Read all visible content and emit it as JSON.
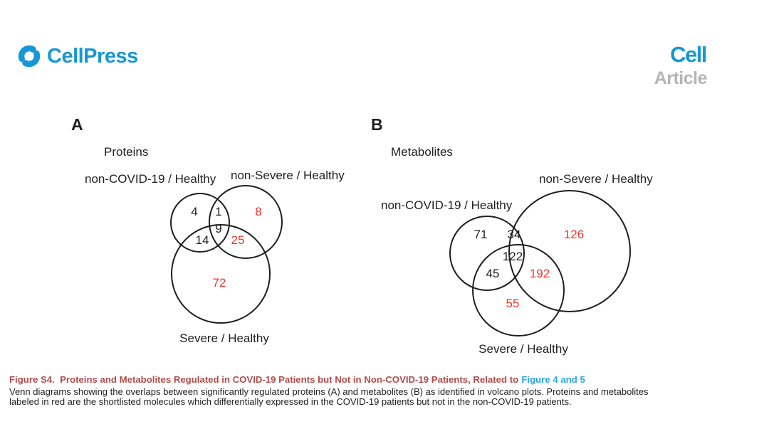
{
  "header": {
    "publisher": "CellPress",
    "journal": "Cell",
    "article_type": "Article"
  },
  "colors": {
    "brand_blue": "#1697d6",
    "article_gray": "#b5b5b6",
    "highlight_red": "#ee352c",
    "caption_red": "#b14c4b",
    "link_blue": "#2ba7df",
    "circle_stroke": "#1e1e1e"
  },
  "figure": {
    "panels": [
      {
        "label": "A",
        "title": "Proteins",
        "set_labels": {
          "top_left": "non-COVID-19 / Healthy",
          "top_right": "non-Severe / Healthy",
          "bottom": "Severe / Healthy"
        },
        "counts": {
          "top_left_only": "4",
          "top_left_and_top_right": "1",
          "top_right_only": "8",
          "all_three": "9",
          "top_left_and_bottom": "14",
          "top_right_and_bottom": "25",
          "bottom_only": "72"
        },
        "red_highlighted_counts": [
          "8",
          "25",
          "72"
        ]
      },
      {
        "label": "B",
        "title": "Metabolites",
        "set_labels": {
          "top_left": "non-COVID-19 / Healthy",
          "top_right": "non-Severe / Healthy",
          "bottom": "Severe / Healthy"
        },
        "counts": {
          "top_left_only": "71",
          "top_left_and_top_right": "34",
          "top_right_only": "126",
          "all_three": "122",
          "top_left_and_bottom": "45",
          "top_right_and_bottom": "192",
          "bottom_only": "55"
        },
        "red_highlighted_counts": [
          "126",
          "192",
          "55"
        ]
      }
    ]
  },
  "caption": {
    "title": "Figure S4.  Proteins and Metabolites Regulated in COVID-19 Patients but Not in Non-COVID-19 Patients, Related to",
    "title_link": "Figure 4 and 5",
    "body_line1": "Venn diagrams showing the overlaps between significantly regulated proteins (A) and metabolites (B) as identified in volcano plots. Proteins and metabolites",
    "body_line2": "labeled in red are the shortlisted molecules which differentially expressed in the COVID-19 patients but not in the non-COVID-19 patients."
  }
}
